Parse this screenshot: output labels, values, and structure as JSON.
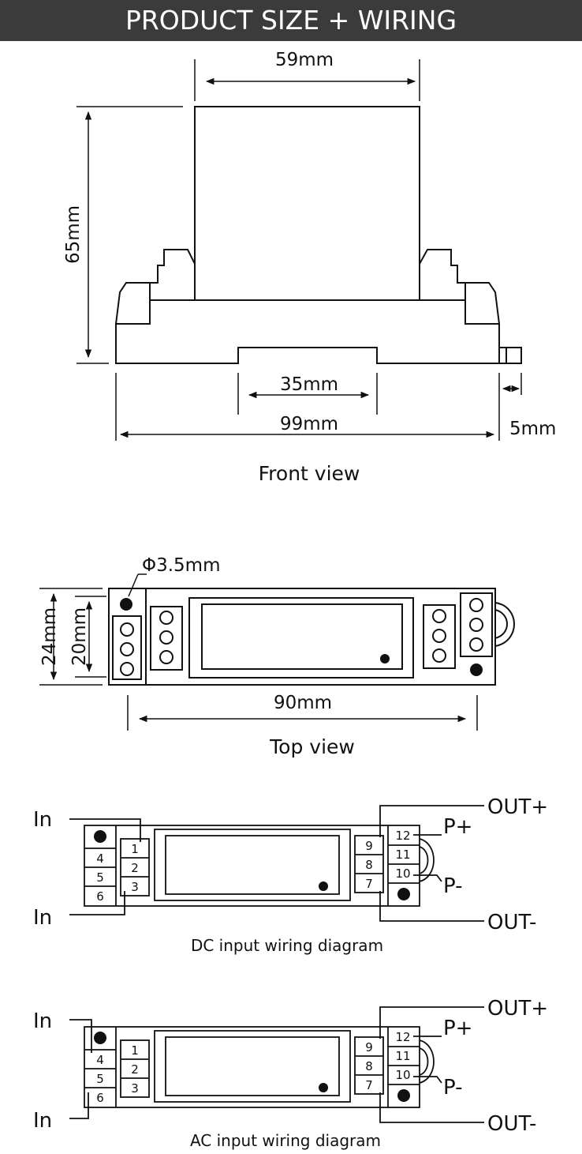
{
  "header": {
    "title": "PRODUCT SIZE + WIRING"
  },
  "front_view": {
    "caption": "Front view",
    "dim_width_top": "59mm",
    "dim_height": "65mm",
    "dim_foot": "35mm",
    "dim_total": "99mm",
    "dim_tab": "5mm"
  },
  "top_view": {
    "caption": "Top view",
    "dim_hole": "Φ3.5mm",
    "dim_outer_height": "24mm",
    "dim_inner_height": "20mm",
    "dim_length": "90mm"
  },
  "dc_diagram": {
    "caption": "DC input wiring diagram",
    "label_in_top": "In",
    "label_in_bottom": "In",
    "label_out_plus": "OUT+",
    "label_out_minus": "OUT-",
    "label_p_plus": "P+",
    "label_p_minus": "P-",
    "left_outer_terminals": [
      "4",
      "5",
      "6"
    ],
    "left_inner_terminals": [
      "1",
      "2",
      "3"
    ],
    "right_inner_terminals": [
      "9",
      "8",
      "7"
    ],
    "right_outer_terminals": [
      "12",
      "11",
      "10"
    ]
  },
  "ac_diagram": {
    "caption": "AC input wiring diagram",
    "label_in_top": "In",
    "label_in_bottom": "In",
    "label_out_plus": "OUT+",
    "label_out_minus": "OUT-",
    "label_p_plus": "P+",
    "label_p_minus": "P-",
    "left_outer_terminals": [
      "4",
      "5",
      "6"
    ],
    "left_inner_terminals": [
      "1",
      "2",
      "3"
    ],
    "right_inner_terminals": [
      "9",
      "8",
      "7"
    ],
    "right_outer_terminals": [
      "12",
      "11",
      "10"
    ]
  }
}
